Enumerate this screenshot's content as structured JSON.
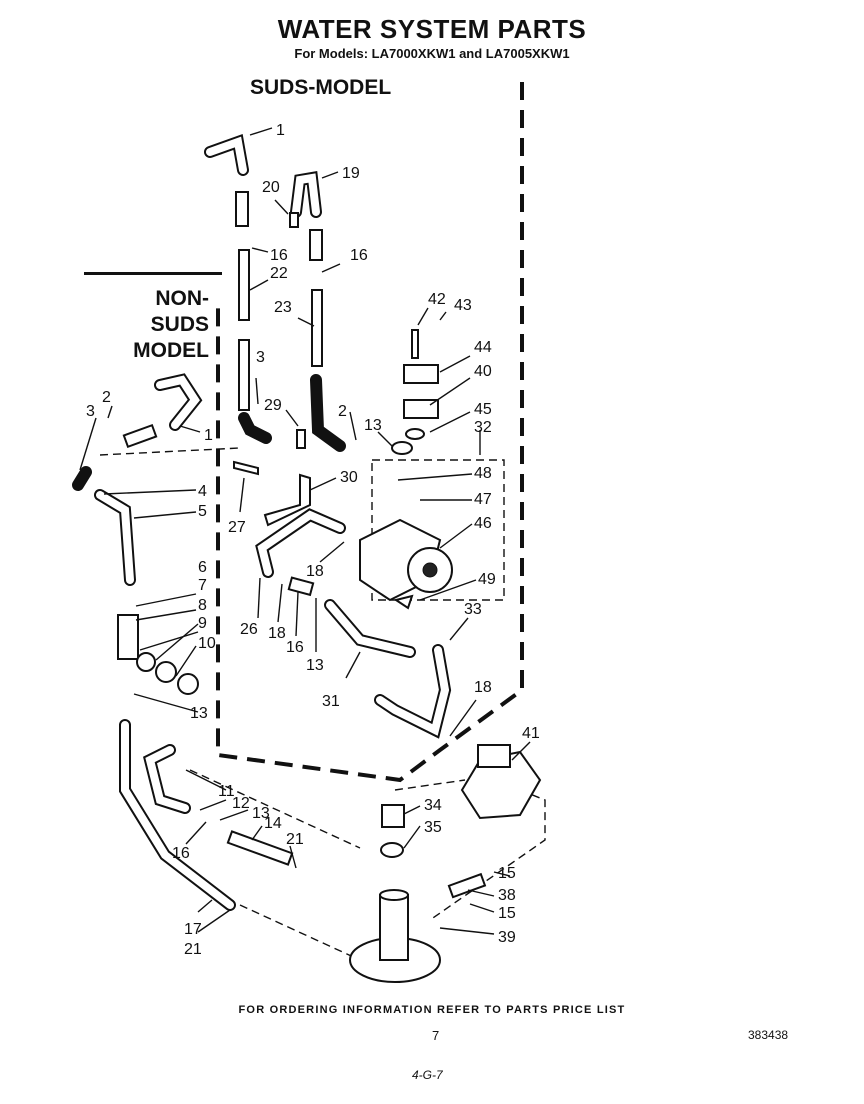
{
  "header": {
    "title": "WATER SYSTEM PARTS",
    "subtitle": "For Models: LA7000XKW1 and LA7005XKW1"
  },
  "sections": {
    "suds": "SUDS-MODEL",
    "nonsuds_line1": "NON-SUDS",
    "nonsuds_line2": "MODEL"
  },
  "footer": {
    "ordering": "FOR ORDERING INFORMATION REFER TO PARTS PRICE LIST",
    "page": "7",
    "code": "383438",
    "handnote": "4-G-7"
  },
  "callouts": [
    "1",
    "19",
    "20",
    "16",
    "16",
    "22",
    "23",
    "3",
    "42",
    "43",
    "44",
    "40",
    "2",
    "3",
    "29",
    "2",
    "13",
    "45",
    "32",
    "1",
    "4",
    "5",
    "48",
    "47",
    "30",
    "46",
    "27",
    "18",
    "6",
    "7",
    "8",
    "9",
    "10",
    "49",
    "26",
    "18",
    "16",
    "13",
    "33",
    "31",
    "18",
    "13",
    "41",
    "11",
    "12",
    "13",
    "34",
    "35",
    "16",
    "14",
    "21",
    "15",
    "38",
    "15",
    "17",
    "21",
    "39"
  ]
}
